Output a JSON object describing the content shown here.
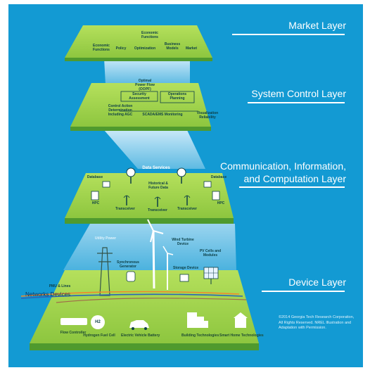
{
  "colors": {
    "background": "#139ad3",
    "plate_top": "#9fd54a",
    "plate_edge": "#4f9a2e",
    "title_text": "#ffffff",
    "network_orange": "#f0892b",
    "network_blue": "#2a64b8"
  },
  "layers": {
    "market": {
      "title": "Market Layer",
      "labels": [
        "Economic Functions",
        "Policy",
        "Optimization",
        "Economic Functions",
        "Business Models",
        "Market"
      ]
    },
    "system_control": {
      "title": "System Control Layer",
      "labels": [
        "Optimal Power Flow (OOPF)",
        "Security Assessment",
        "Control Action Determination Including AGC",
        "Operations Planning",
        "SCADA/EMS Monitoring",
        "Visualization Reliability"
      ]
    },
    "communication": {
      "title_line1": "Communication, Information,",
      "title_line2": "and Computation Layer",
      "labels": [
        "Data Services",
        "Database",
        "Database",
        "Historical & Future Data",
        "HPC",
        "HPC",
        "Transceiver",
        "Transceiver",
        "Transceiver"
      ]
    },
    "device": {
      "title": "Device Layer",
      "networks_label": "Networks Devices",
      "labels": [
        "Utility Power",
        "Synchronous Generator",
        "Wind Turbine Device",
        "Storage Device",
        "PV Cells and Modules",
        "PMU & Lines",
        "Flow Controller",
        "Hydrogen Fuel Cell",
        "Electric Vehicle Battery",
        "Building Technologies",
        "Smart Home Technologies"
      ],
      "fuel_cell_symbol": "H2"
    }
  },
  "copyright": "©2014 Georgia Tech Research Corporation, All Rights Reserved. NREL Illustration and Adaptation with Permission."
}
